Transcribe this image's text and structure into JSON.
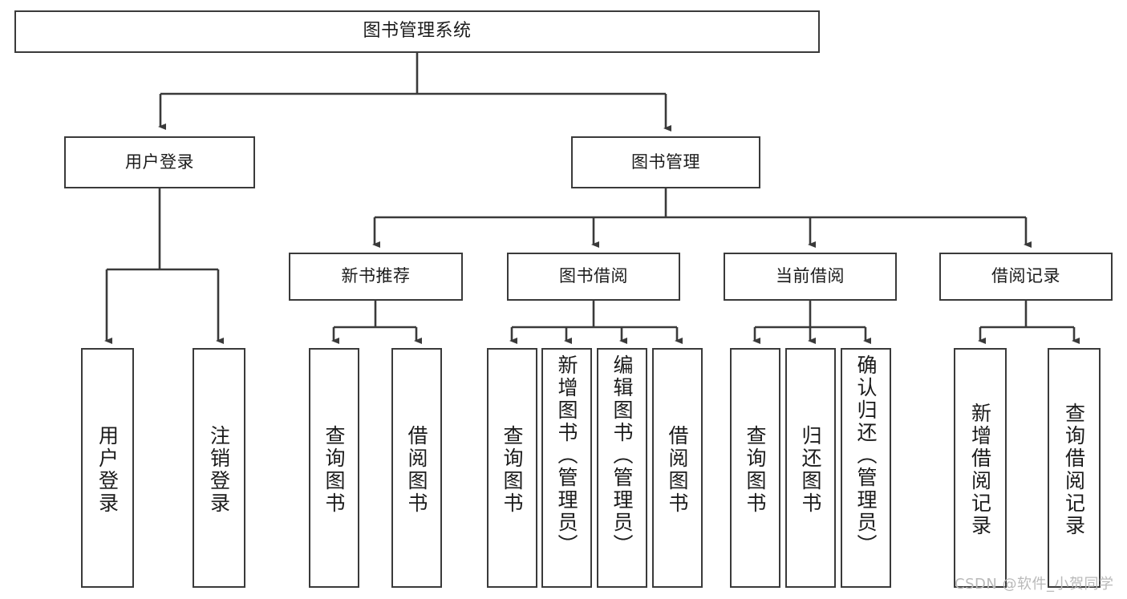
{
  "diagram": {
    "type": "tree-hierarchy",
    "title": "图书管理系统",
    "watermark": "CSDN @软件_小贺同学",
    "colors": {
      "stroke": "#3a3a3a",
      "fill": "#ffffff",
      "text": "#1b1b1b",
      "watermark": "#b9b9b9"
    },
    "nodes": {
      "root": {
        "label": "图书管理系统"
      },
      "level1": [
        {
          "label": "用户登录"
        },
        {
          "label": "图书管理"
        }
      ],
      "level2": [
        {
          "label": "新书推荐"
        },
        {
          "label": "图书借阅"
        },
        {
          "label": "当前借阅"
        },
        {
          "label": "借阅记录"
        }
      ],
      "leaves_user_login": [
        {
          "label": "用户登录"
        },
        {
          "label": "注销登录"
        }
      ],
      "leaves_new_book": [
        {
          "label": "查询图书"
        },
        {
          "label": "借阅图书"
        }
      ],
      "leaves_borrow": [
        {
          "label": "查询图书"
        },
        {
          "label": "新增图书（管理员）"
        },
        {
          "label": "编辑图书（管理员）"
        },
        {
          "label": "借阅图书"
        }
      ],
      "leaves_current": [
        {
          "label": "查询图书"
        },
        {
          "label": "归还图书"
        },
        {
          "label": "确认归还（管理员）"
        }
      ],
      "leaves_records": [
        {
          "label": "新增借阅记录"
        },
        {
          "label": "查询借阅记录"
        }
      ]
    }
  }
}
